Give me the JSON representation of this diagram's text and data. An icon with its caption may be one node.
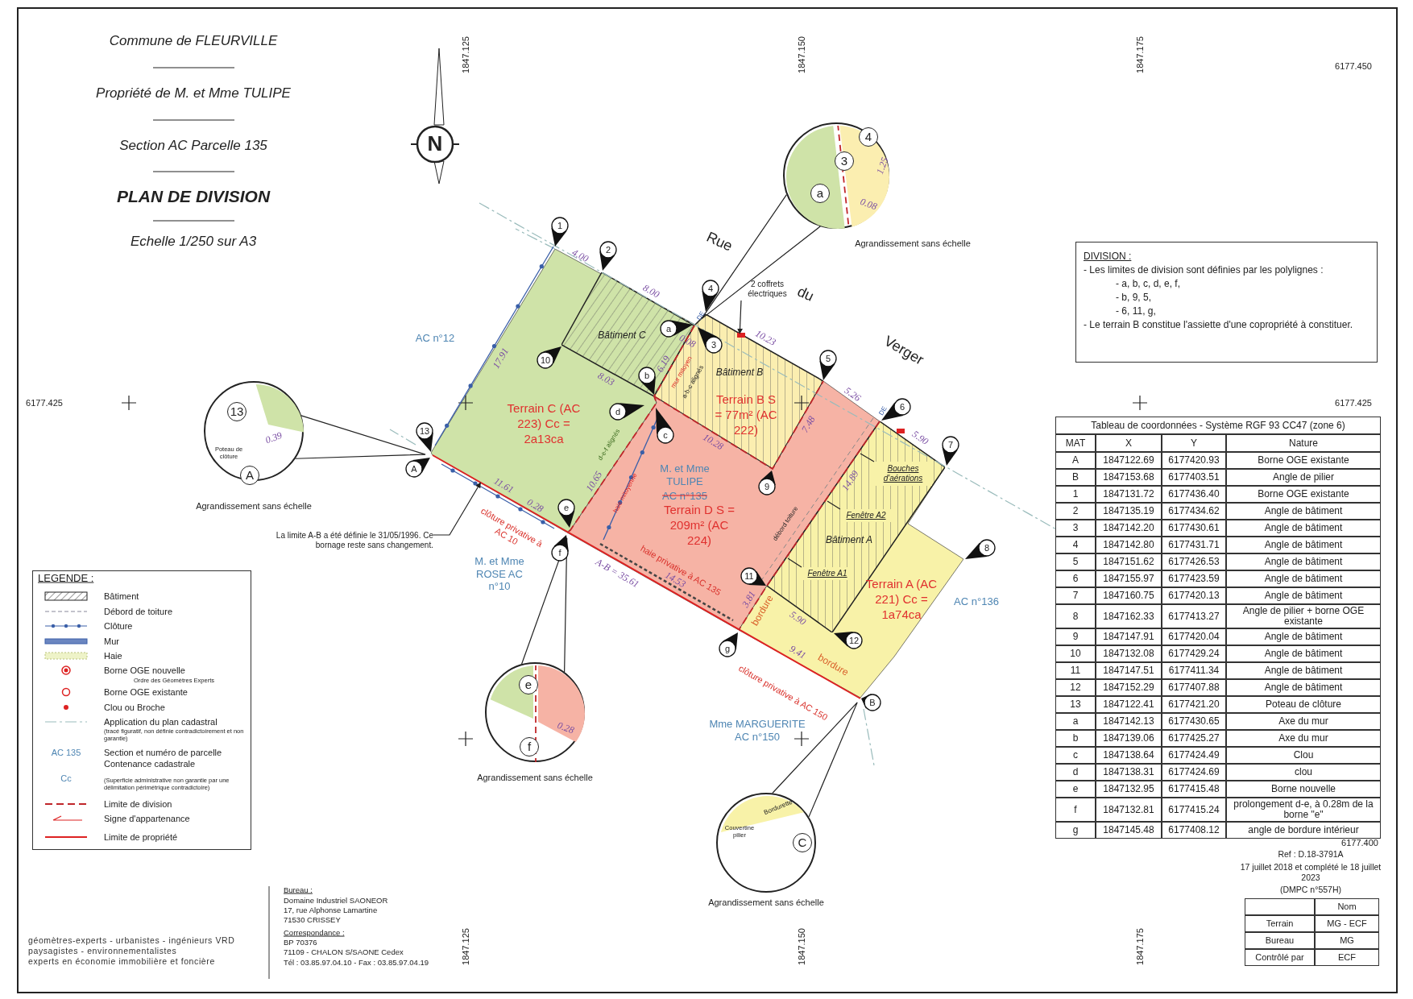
{
  "diagram": {
    "title": "PLAN DE DIVISION",
    "nodes": [
      {
        "text": [
          "Terrain C (AC 223) Cc = 2a13ca"
        ]
      },
      {
        "text": [
          "Bâtiment C"
        ],
        "in": 0
      },
      {
        "text": [
          "Terrain B S = 77m² (AC 222)"
        ]
      },
      {
        "text": [
          "Bâtiment B"
        ],
        "in": 2
      },
      {
        "text": [
          "M. et Mme TULIPE",
          "AC n°135",
          "Terrain D S = 209m² (AC 224)"
        ]
      },
      {
        "text": [
          "Terrain A (AC 221) Cc = 1a74ca"
        ]
      },
      {
        "text": [
          "Bâtiment A"
        ],
        "in": 5
      },
      {
        "text": [
          "Bouches d'aérations"
        ],
        "in": 6
      },
      {
        "text": [
          "Fenêtre A2"
        ],
        "in": 6
      },
      {
        "text": [
          "Fenêtre A1"
        ],
        "in": 6
      },
      {
        "text": [
          "2 coffrets électriques"
        ]
      },
      {
        "text": [
          "La limite A-B a été définie le 31/05/1996. Ce bornage reste sans changement."
        ]
      },
      {
        "text": [
          "4",
          "3",
          "a",
          "1.25",
          "0.08"
        ],
        "beside": [
          "Agrandissement sans échelle"
        ]
      },
      {
        "text": [
          "13",
          "Poteau de clôture",
          "0.39",
          "A"
        ],
        "beside": [
          "Agrandissement sans échelle"
        ]
      },
      {
        "text": [
          "e",
          "0.28",
          "f"
        ],
        "beside": [
          "Agrandissement sans échelle"
        ]
      },
      {
        "text": [
          "Couvertine pilier",
          "Bordurette",
          "C"
        ],
        "beside": [
          "Agrandissement sans échelle"
        ]
      },
      {
        "text": [
          "DIVISION :",
          "- Les limites de division sont définies par les polylignes :",
          "- a, b, c, d, e, f,",
          "- b, 9, 5,",
          "- 6, 11, g,",
          "- Le terrain B constitue l'assiette d'une copropriété à constituer."
        ]
      }
    ],
    "edges": [
      {
        "from": 10,
        "to": 2,
        "arrow": "to"
      },
      {
        "from": 7,
        "to": null,
        "arrow": "none"
      },
      {
        "from": 8,
        "to": null,
        "arrow": "none"
      },
      {
        "from": 9,
        "to": null,
        "arrow": "none"
      },
      {
        "from": 11,
        "to": 0,
        "arrow": "to"
      },
      {
        "from": 12,
        "to": null,
        "arrow": "none"
      },
      {
        "from": 13,
        "to": null,
        "arrow": "none"
      },
      {
        "from": 14,
        "to": null,
        "arrow": "none"
      },
      {
        "from": 15,
        "to": null,
        "arrow": "none"
      }
    ],
    "labels": [
      "Commune de FLEURVILLE",
      "Propriété de M. et Mme TULIPE",
      "Section AC Parcelle 135",
      "Echelle 1/250 sur A3",
      "1847.125",
      "1847.150",
      "1847.175",
      "6177.450",
      "N",
      "1",
      "2",
      "AC n°12",
      "Rue",
      "4",
      "a",
      "3",
      "10",
      "du",
      "b",
      "d",
      "c",
      "5",
      "Verger",
      "6177.425",
      "6177.425",
      "6",
      "7",
      "9",
      "13",
      "A",
      "e",
      "f",
      "8",
      "11",
      "AC n°136",
      "M. et Mme ROSE AC n°10",
      "12",
      "g",
      "B",
      "Mme MARGUERITE AC n°150",
      "4.00",
      "8.00",
      "17.91",
      "8.03",
      "6.19",
      "0.08",
      "10.23",
      "10.28",
      "7.48",
      "5.26",
      "5.90",
      "10.65",
      "14.89",
      "11.61",
      "0.28",
      "A-B = 35.61",
      "14.53",
      "3.81",
      "5.90",
      "9.41",
      "d-e-f alignés",
      "haie mitoyenne",
      "mur mitoyen",
      "a-b-c alignés",
      "DE",
      "DE",
      "débord toiture",
      "bordure",
      "bordure",
      "clôture privative à AC 10",
      "haie privative à AC 135",
      "clôture privative à AC 150",
      "LEGENDE :",
      "Ordre des Géomètres Experts",
      "(tracé figuratif, non définie contradictoirement et non garantie)",
      "AC 135",
      "Cc",
      "(Superficie administrative non garantie par une délimitation périmétrique contradictoire)",
      "géomètres-experts - urbanistes - ingénieurs VRD",
      "paysagistes - environnementalistes",
      "experts en économie immobilière et foncière",
      "Bureau :",
      "Domaine Industriel SAONEOR",
      "17, rue Alphonse Lamartine",
      "71530 CRISSEY",
      "Correspondance :",
      "BP 70376",
      "71109 - CHALON S/SAONE Cedex",
      "Tél : 03.85.97.04.10 - Fax : 03.85.97.04.19",
      "1847.125",
      "1847.150",
      "1847.175",
      "6177.400",
      "Ref : D.18-3791A",
      "17 juillet 2018 et complété le 18 juillet 2023",
      "(DMPC n°557H)",
      "Nom",
      "Terrain",
      "MG - ECF",
      "Bureau",
      "MG",
      "Contrôlé par",
      "ECF",
      "Tableau de coordonnées - Système RGF 93 CC47 (zone 6)",
      "MAT",
      "X",
      "Y",
      "Nature",
      "A",
      "1847122.69",
      "6177420.93",
      "Borne OGE existante",
      "B",
      "1847153.68",
      "6177403.51",
      "Angle de pilier",
      "1",
      "1847131.72",
      "6177436.40",
      "Borne OGE existante",
      "2",
      "1847135.19",
      "6177434.62",
      "Angle de bâtiment",
      "3",
      "1847142.20",
      "6177430.61",
      "Angle de bâtiment",
      "4",
      "1847142.80",
      "6177431.71",
      "Angle de bâtiment",
      "5",
      "1847151.62",
      "6177426.53",
      "Angle de bâtiment",
      "6",
      "1847155.97",
      "6177423.59",
      "Angle de bâtiment",
      "7",
      "1847160.75",
      "6177420.13",
      "Angle de bâtiment",
      "8",
      "1847162.33",
      "6177413.27",
      "Angle de pilier + borne OGE existante",
      "9",
      "1847147.91",
      "6177420.04",
      "Angle de bâtiment",
      "10",
      "1847132.08",
      "6177429.24",
      "Angle de bâtiment",
      "11",
      "1847147.51",
      "6177411.34",
      "Angle de bâtiment",
      "12",
      "1847152.29",
      "6177407.88",
      "Angle de bâtiment",
      "13",
      "1847122.41",
      "6177421.20",
      "Poteau de clôture",
      "a",
      "1847142.13",
      "6177430.65",
      "Axe du mur",
      "b",
      "1847139.06",
      "6177425.27",
      "Axe du mur",
      "c",
      "1847138.64",
      "6177424.49",
      "Clou",
      "d",
      "1847138.31",
      "6177424.69",
      "clou",
      "e",
      "1847132.95",
      "6177415.48",
      "Borne nouvelle",
      "f",
      "1847132.81",
      "6177415.24",
      "prolongement d-e, à 0.28m de la borne \"e\"",
      "g",
      "1847145.48",
      "6177408.12",
      "angle de bordure intérieur"
    ],
    "legend": [
      {
        "text": "Bâtiment"
      },
      {
        "text": "Débord de toiture"
      },
      {
        "text": "Clôture"
      },
      {
        "text": "Mur"
      },
      {
        "text": "Haie"
      },
      {
        "text": "Borne OGE nouvelle"
      },
      {
        "text": "Borne OGE existante"
      },
      {
        "text": "Clou ou Broche"
      },
      {
        "text": "Application du plan cadastral"
      },
      {
        "text": "Section et numéro de parcelle"
      },
      {
        "text": "Contenance cadastrale"
      },
      {
        "text": "Limite de division"
      },
      {
        "text": "Signe d'appartenance"
      },
      {
        "text": "Limite de propriété"
      }
    ]
  }
}
